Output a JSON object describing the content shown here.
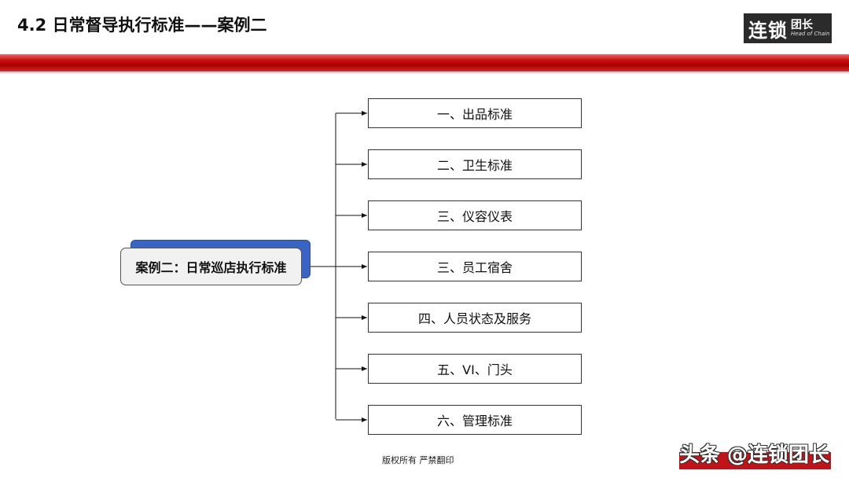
{
  "header": {
    "title": "4.2 日常督导执行标准——案例二"
  },
  "logo": {
    "main": "连锁",
    "team": "团长",
    "sub": "Head of Chain"
  },
  "diagram": {
    "root": "案例二：日常巡店执行标准",
    "branches": [
      "一、出品标准",
      "二、卫生标准",
      "三、仪容仪表",
      "三、员工宿舍",
      "四、人员状态及服务",
      "五、VI、门头",
      "六、管理标准"
    ]
  },
  "footer": {
    "copyright": "版权所有 严禁翻印"
  },
  "watermark": {
    "text": "头条 @连锁团长"
  },
  "colors": {
    "accent_red": "#c0131a",
    "node_blue": "#3a64c4"
  }
}
